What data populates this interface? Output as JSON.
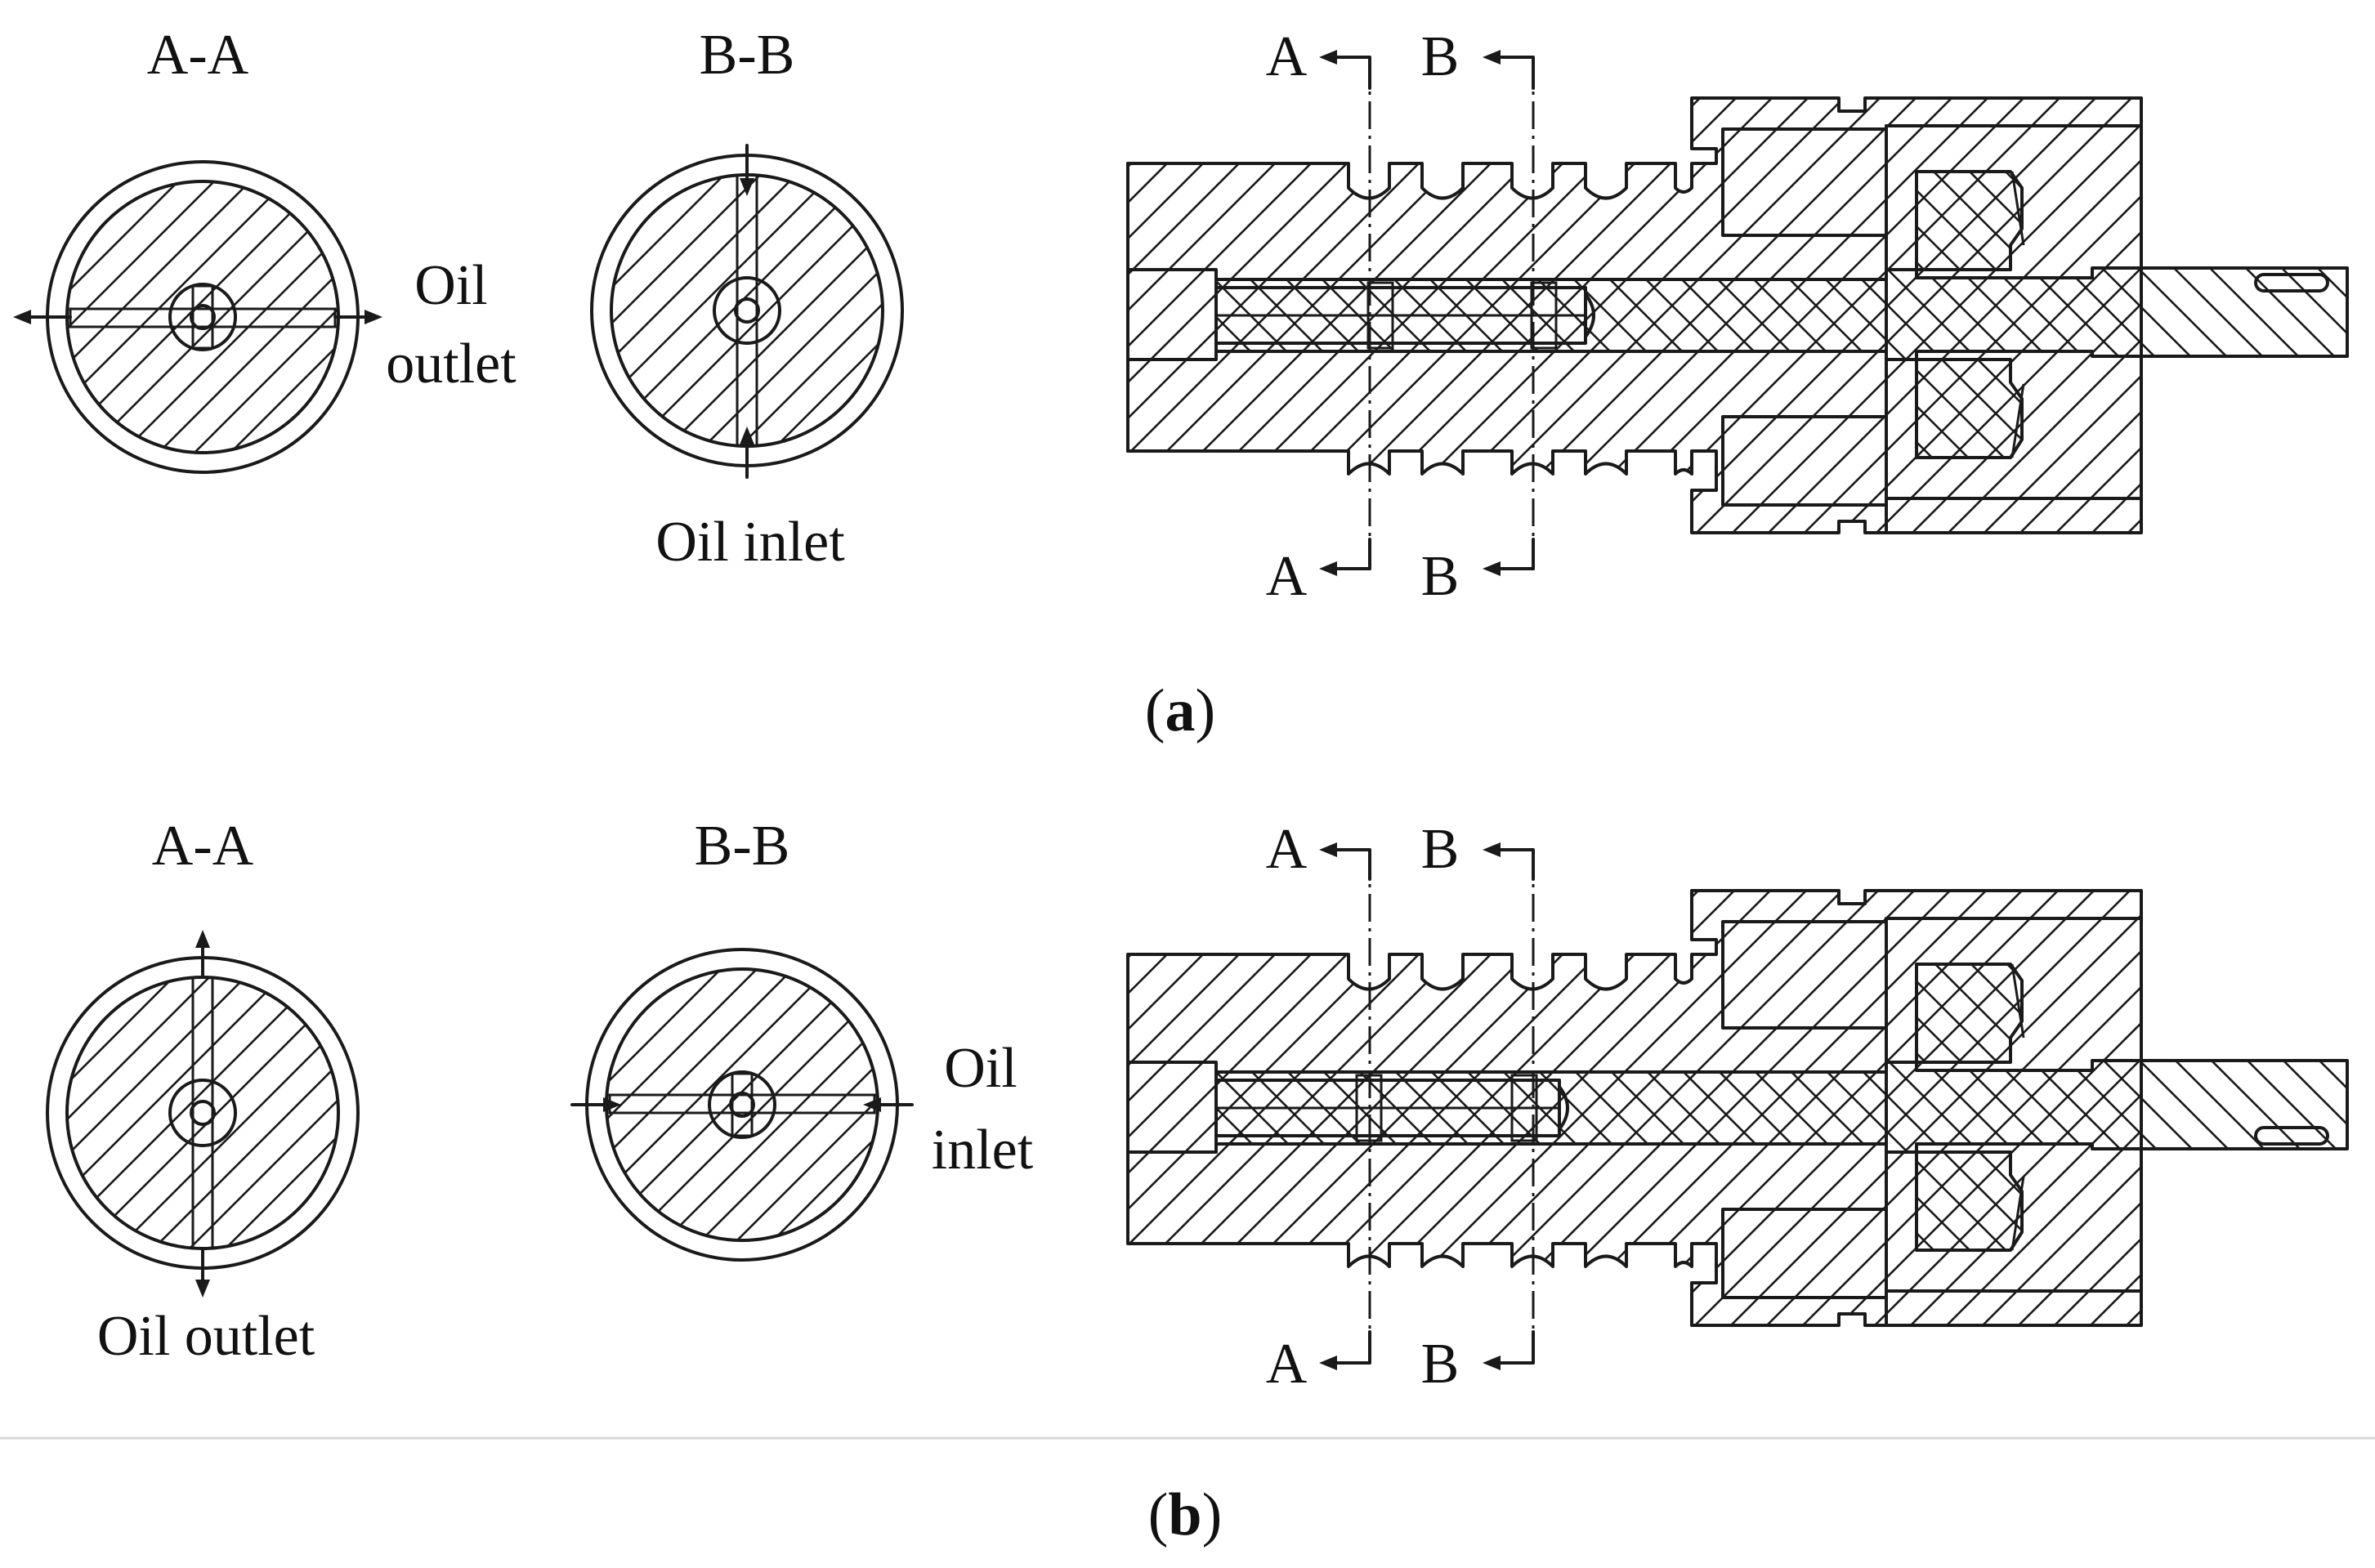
{
  "figure_a": {
    "section_aa": {
      "title": "A-A",
      "flow_line1": "Oil",
      "flow_line2": "outlet"
    },
    "section_bb": {
      "title": "B-B",
      "flow_label": "Oil inlet"
    },
    "cut_marks": {
      "a_top": "A",
      "a_bottom": "A",
      "b_top": "B",
      "b_bottom": "B"
    },
    "caption": {
      "open": "(",
      "letter": "a",
      "close": ")"
    }
  },
  "figure_b": {
    "section_aa": {
      "title": "A-A",
      "flow_label": "Oil outlet"
    },
    "section_bb": {
      "title": "B-B",
      "flow_line1": "Oil",
      "flow_line2": "inlet"
    },
    "cut_marks": {
      "a_top": "A",
      "a_bottom": "A",
      "b_top": "B",
      "b_bottom": "B"
    },
    "caption": {
      "open": "(",
      "letter": "b",
      "close": ")"
    }
  },
  "colors": {
    "ink": "#1a1a1a",
    "background": "#ffffff",
    "divider": "#d9d9d9"
  }
}
